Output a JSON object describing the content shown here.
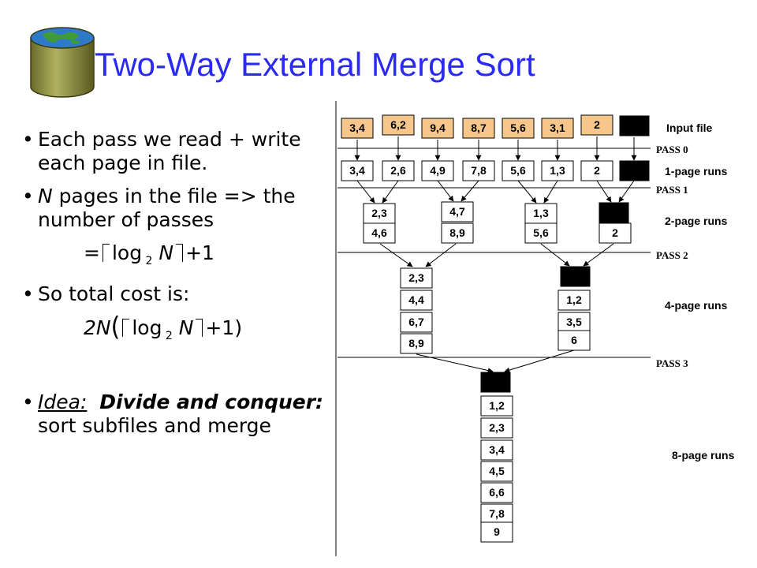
{
  "title": "Two-Way External Merge Sort",
  "bullets": {
    "b1": "Each pass we read + write each page in file.",
    "b2_n": "N",
    "b2_rest": " pages in the file => the number of passes",
    "f1_eq": "=",
    "f1_log": "log",
    "f1_base": "2",
    "f1_n": "N",
    "f1_plus": "+1",
    "b3": "So total cost is:",
    "f2_2n": "2N",
    "f2_open": "(",
    "f2_log": "log",
    "f2_base": "2",
    "f2_n": "N",
    "f2_plus": "+1)",
    "b4_idea": "Idea:",
    "b4_bold": "Divide and conquer:",
    "b4_rest": " sort subfiles and merge"
  },
  "diagram": {
    "input_pages": [
      "3,4",
      "6,2",
      "9,4",
      "8,7",
      "5,6",
      "3,1",
      "2"
    ],
    "pass0_pages": [
      "3,4",
      "2,6",
      "4,9",
      "7,8",
      "5,6",
      "1,3",
      "2"
    ],
    "pass1_runs": [
      [
        "2,3",
        "4,6"
      ],
      [
        "4,7",
        "8,9"
      ],
      [
        "1,3",
        "5,6"
      ],
      [
        "2"
      ]
    ],
    "pass2_runs": [
      [
        "2,3",
        "4,4",
        "6,7",
        "8,9"
      ],
      [
        "1,2",
        "3,5",
        "6"
      ]
    ],
    "pass3_run": [
      "1,2",
      "2,3",
      "3,4",
      "4,5",
      "6,6",
      "7,8",
      "9"
    ],
    "pass_labels": [
      "PASS 0",
      "PASS 1",
      "PASS 2",
      "PASS 3"
    ],
    "run_labels": [
      "Input file",
      "1-page runs",
      "2-page runs",
      "4-page runs",
      "8-page runs"
    ],
    "input_fill": "#f6c68a",
    "eof_fill": "#000000"
  }
}
